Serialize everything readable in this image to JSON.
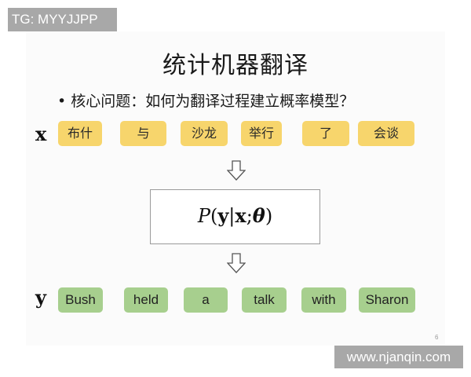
{
  "watermarks": {
    "top_left": "TG: MYYJJPP",
    "bottom_right": "www.njanqin.com"
  },
  "slide": {
    "title": "统计机器翻译",
    "bullet": {
      "marker": "•",
      "text": "核心问题：如何为翻译过程建立概率模型？"
    },
    "source": {
      "label": "x",
      "tokens": [
        "布什",
        "与",
        "沙龙",
        "举行",
        "了",
        "会谈"
      ],
      "color": "#f7d56c"
    },
    "model": {
      "P": "P",
      "open": "(",
      "y": "y",
      "bar": "|",
      "x": "x",
      "semi": ";",
      "theta": "θ",
      "close": ")"
    },
    "target": {
      "label": "y",
      "tokens": [
        "Bush",
        "held",
        "a",
        "talk",
        "with",
        "Sharon"
      ],
      "color": "#a7cf8e"
    },
    "page_number": "6"
  }
}
